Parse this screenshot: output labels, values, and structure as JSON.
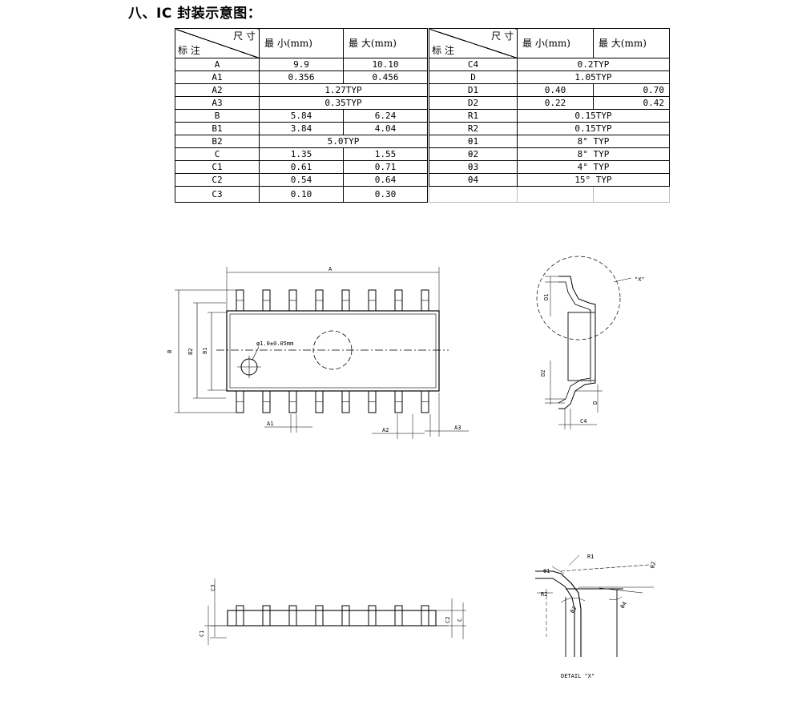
{
  "title": "八、IC 封装示意图：",
  "table_header": {
    "corner_top": "尺 寸",
    "corner_bottom": "标 注",
    "min": "最  小(mm)",
    "max": "最  大(mm)"
  },
  "left_rows": [
    {
      "label": "A",
      "min": "9.9",
      "max": "10.10"
    },
    {
      "label": "A1",
      "min": "0.356",
      "max": "0.456"
    },
    {
      "label": "A2",
      "span": "1.27TYP"
    },
    {
      "label": "A3",
      "span": "0.35TYP"
    },
    {
      "label": "B",
      "min": "5.84",
      "max": "6.24"
    },
    {
      "label": "B1",
      "min": "3.84",
      "max": "4.04"
    },
    {
      "label": "B2",
      "span": "5.0TYP"
    },
    {
      "label": "C",
      "min": "1.35",
      "max": "1.55"
    },
    {
      "label": "C1",
      "min": "0.61",
      "max": "0.71"
    },
    {
      "label": "C2",
      "min": "0.54",
      "max": "0.64"
    },
    {
      "label": "C3",
      "min": "0.10",
      "max": "0.30"
    }
  ],
  "right_rows": [
    {
      "label": "C4",
      "span": "0.2TYP"
    },
    {
      "label": "D",
      "span": "1.05TYP"
    },
    {
      "label": "D1",
      "min": "0.40",
      "max": "0.70"
    },
    {
      "label": "D2",
      "min": "0.22",
      "max": "0.42"
    },
    {
      "label": "R1",
      "span": "0.15TYP"
    },
    {
      "label": "R2",
      "span": "0.15TYP"
    },
    {
      "label": "θ1",
      "span": "8° TYP"
    },
    {
      "label": "θ2",
      "span": "8° TYP"
    },
    {
      "label": "θ3",
      "span": "4° TYP"
    },
    {
      "label": "θ4",
      "span": "15° TYP"
    }
  ],
  "drawing_labels": {
    "a": "A",
    "a1": "A1",
    "a2": "A2",
    "a3": "A3",
    "b": "B",
    "b1": "B1",
    "b2": "B2",
    "hole": "φ1.0±0.05mm",
    "x_callout": "\"X\"",
    "d1": "D1",
    "d2": "D2",
    "d": "D",
    "c4": "C4",
    "c": "C",
    "c1": "C1",
    "c2": "C2",
    "c3": "C3",
    "r1": "R1",
    "r2": "R2",
    "th1": "θ1",
    "th2": "θ2",
    "th3": "θ3",
    "th4": "θ4",
    "detail": "DETAIL \"X\""
  }
}
